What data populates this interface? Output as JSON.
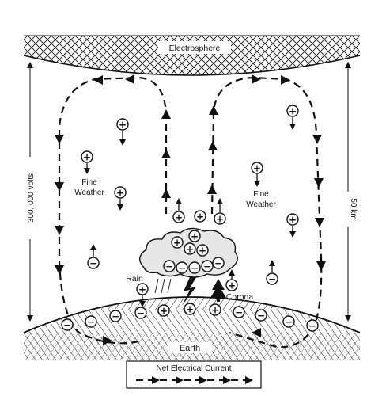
{
  "labels": {
    "electrosphere": "Electrosphere",
    "earth": "Earth",
    "fine_weather_left": [
      "Fine",
      "Weather"
    ],
    "fine_weather_right": [
      "Fine",
      "Weather"
    ],
    "rain": "Rain",
    "corona": "Corona",
    "voltage": "300, 000 volts",
    "altitude": "50 km",
    "legend": "Net Electrical Current"
  },
  "colors": {
    "ink": "#111111",
    "background": "#ffffff",
    "cloud": "#e6e6e6"
  }
}
